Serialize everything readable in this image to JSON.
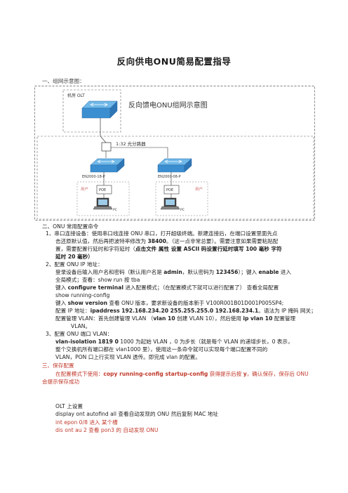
{
  "title": "反向供电ONU简易配置指导",
  "section1": {
    "heading": "一、组网示意图："
  },
  "diagram": {
    "room_label": "机房 OLT",
    "caption": "反向馈电ONU组网示意图",
    "splitter_label": "1:32 光分路器",
    "switch_left_label": "EN2000-18-P",
    "switch_right_label": "EN2000-08-P",
    "user_label_left": "用户",
    "user_label_right": "用户",
    "poe_label": "POE",
    "pc_label": "PC"
  },
  "section2": {
    "heading": "二、ONU 常用配置命令",
    "item1": {
      "line1": "1、串口连接设备：使用串口线连接 ONU 串口，打开超级终端。新建连接后，在端口设置里面先点",
      "line2_pre": "击还原默认值，然后再把波特率修改为 ",
      "line2_bold": "38400",
      "line2_post": "。（这一点非常总要）。需要注意如果需要粘贴配",
      "line3_pre": "置，需要配置行延时和字符延时（",
      "line3_bold": "点击文件  属性  设置   ASCII 码设置行延时填写 100 毫秒  字符",
      "line4_bold": "延时 20 毫秒）"
    },
    "item2": {
      "line1": "2、配置 ONU IP 地址：",
      "line2_pre": "登录设备后输入用户名和密码（默认用户名是 ",
      "line2_b1": "admin",
      "line2_mid": "，默认密码为 ",
      "line2_b2": "123456",
      "line2_mid2": "）；键入 ",
      "line2_b3": "enable",
      "line2_post": " 进入",
      "line3": "全局模式；查看：show run    按 tba",
      "line4_pre": "键入 ",
      "line4_bold": "configure terminal",
      "line4_post": " 进入配置模式；（在配置模式下就可以进行配置了）      查看全局配置",
      "line5": "show running-config",
      "line6_pre": "键入 ",
      "line6_bold": "show version",
      "line6_post": " 查看 ONU 版本，要求新设备的版本新于 V100R001B01D001P005SP4;",
      "line7_pre": "配置 IP 地址：",
      "line7_bold": "ipaddress 192.168.234.20 255.255.255.0 192.168.234.1",
      "line7_post": "。语法为 IP  掩码  网关；",
      "line8_pre": "配置管理 VLAN：首先创建管理 VLAN （",
      "line8_bold": "vlan 10",
      "line8_mid": " 创建 VLAN 10），然后使用 ",
      "line8_bold2": "ip vlan 10",
      "line8_post": " 配置管理",
      "line9": "VLAN。"
    },
    "item3": {
      "line1": "3、配置 ONU 端口 VLAN：",
      "line2_bold": "vlan-isolation      1819 0",
      "line2_post": "     1000 为起始 VLAN  ，0 为步长（就是每个 VLAN 的递增步长，0 表示，",
      "line3": "整个交换机所有端口都在  vlan1000  里），使用这一条命令就可以实现每个端口配置不同的",
      "line4": "VLAN，PON 口上行实现 VLAN 透传。即完成 vlan 的配置。"
    }
  },
  "section3": {
    "heading": "三、保存配置",
    "line1_pre": "在配置模式下使用：",
    "line1_bold": "copy running-config startup-config",
    "line1_post": "  获得提示后按 ",
    "line1_bold2": "y",
    "line1_post2": "，确认保存，保存后 ONU",
    "line2": "会提示保存成功"
  },
  "olt": {
    "heading": "OLT 上设置",
    "line1": "display ont autofind all      查看自动发现的 ONU  然后复制 MAC 地址",
    "line2": "int epon 0/8   进入  某个槽",
    "line3": "dis ont au 2      查看 pon3 的  自动发现 ONU"
  }
}
